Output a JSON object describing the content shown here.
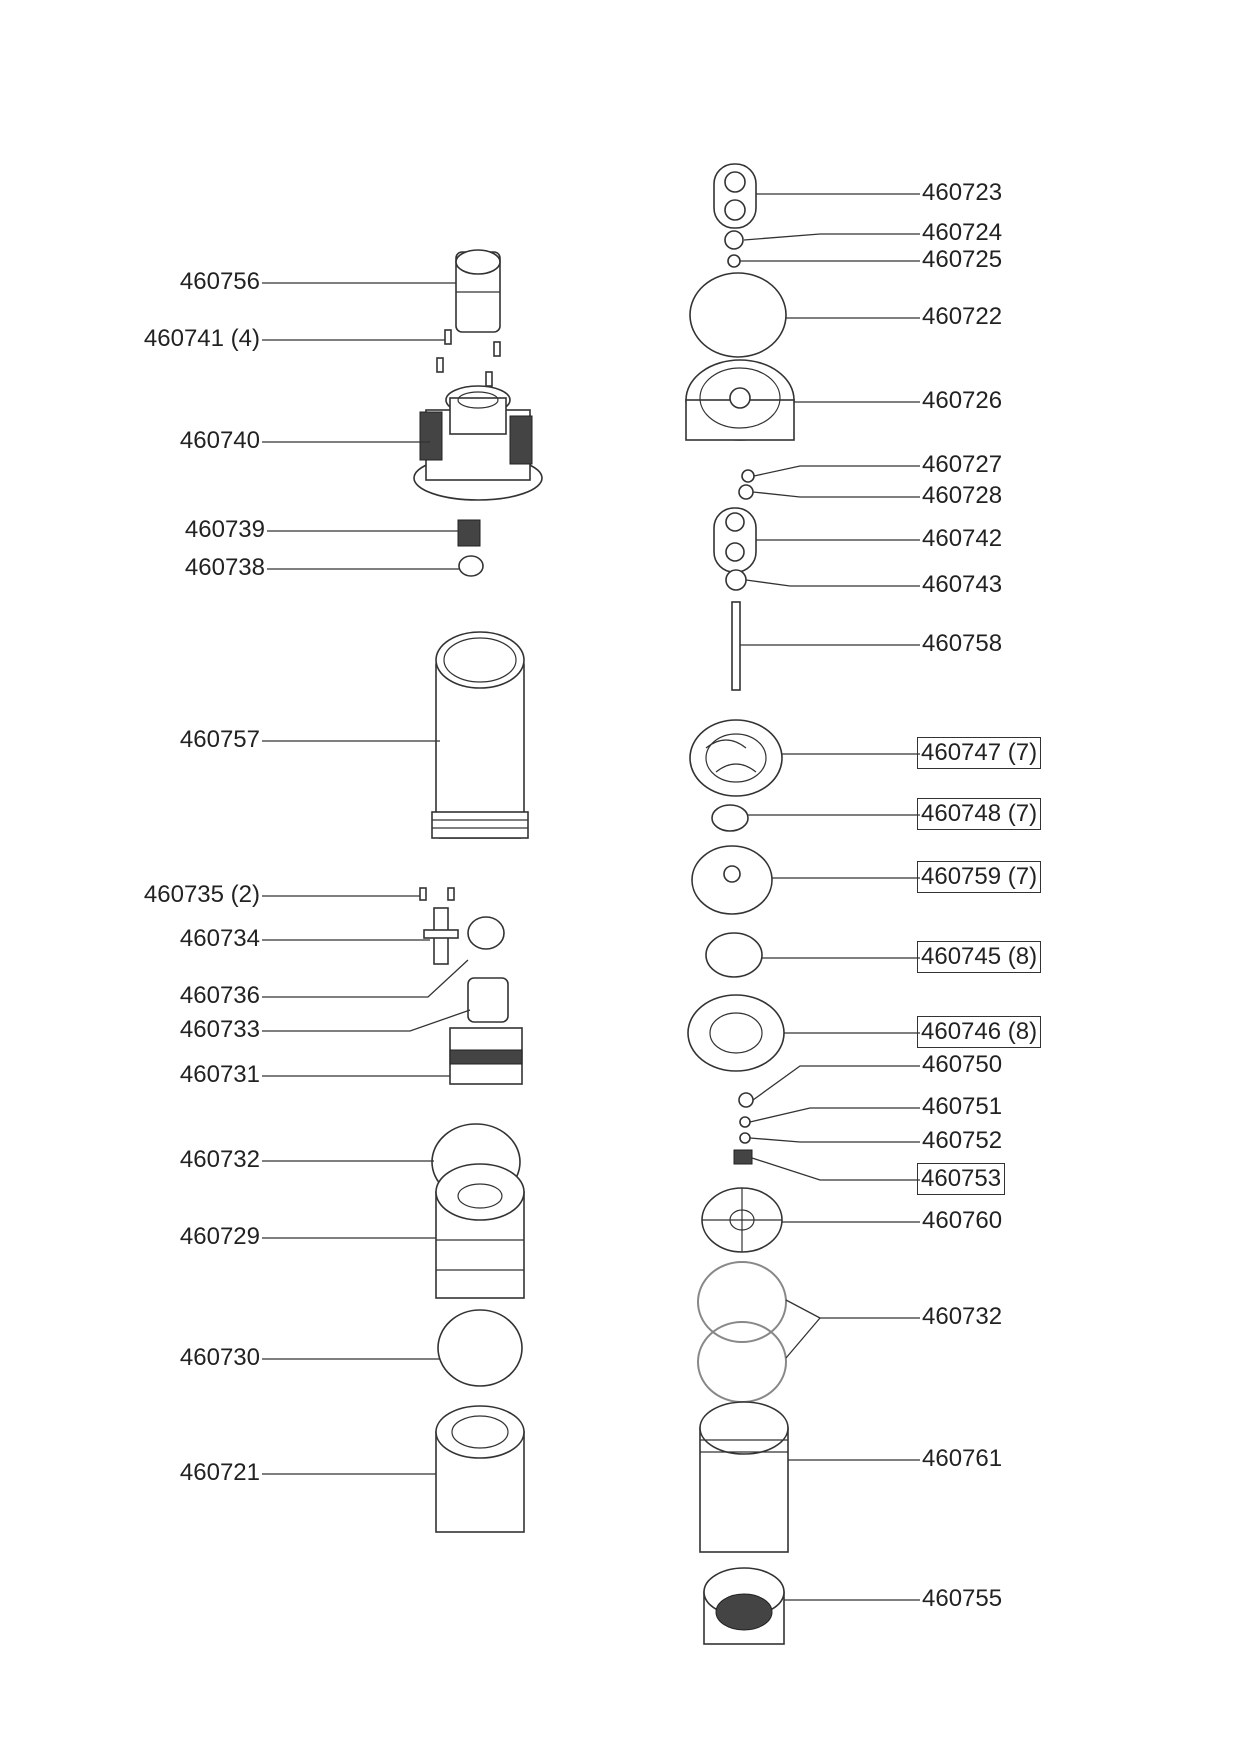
{
  "left_labels": [
    {
      "id": "l-460756",
      "text": "460756"
    },
    {
      "id": "l-460741",
      "text": "460741 (4)"
    },
    {
      "id": "l-460740",
      "text": "460740"
    },
    {
      "id": "l-460739",
      "text": "460739"
    },
    {
      "id": "l-460738",
      "text": "460738"
    },
    {
      "id": "l-460757",
      "text": "460757"
    },
    {
      "id": "l-460735",
      "text": "460735 (2)"
    },
    {
      "id": "l-460734",
      "text": "460734"
    },
    {
      "id": "l-460736",
      "text": "460736"
    },
    {
      "id": "l-460733",
      "text": "460733"
    },
    {
      "id": "l-460731",
      "text": "460731"
    },
    {
      "id": "l-460732a",
      "text": "460732"
    },
    {
      "id": "l-460729",
      "text": "460729"
    },
    {
      "id": "l-460730",
      "text": "460730"
    },
    {
      "id": "l-460721",
      "text": "460721"
    }
  ],
  "right_labels": [
    {
      "id": "r-460723",
      "text": "460723"
    },
    {
      "id": "r-460724",
      "text": "460724"
    },
    {
      "id": "r-460725",
      "text": "460725"
    },
    {
      "id": "r-460722",
      "text": "460722"
    },
    {
      "id": "r-460726",
      "text": "460726"
    },
    {
      "id": "r-460727",
      "text": "460727"
    },
    {
      "id": "r-460728",
      "text": "460728"
    },
    {
      "id": "r-460742",
      "text": "460742"
    },
    {
      "id": "r-460743",
      "text": "460743"
    },
    {
      "id": "r-460758",
      "text": "460758"
    },
    {
      "id": "r-460747",
      "text": "460747 (7)",
      "boxed": true
    },
    {
      "id": "r-460748",
      "text": "460748 (7)",
      "boxed": true
    },
    {
      "id": "r-460759",
      "text": "460759 (7)",
      "boxed": true
    },
    {
      "id": "r-460745",
      "text": "460745 (8)",
      "boxed": true
    },
    {
      "id": "r-460746",
      "text": "460746 (8)",
      "boxed": true
    },
    {
      "id": "r-460750",
      "text": "460750"
    },
    {
      "id": "r-460751",
      "text": "460751"
    },
    {
      "id": "r-460752",
      "text": "460752"
    },
    {
      "id": "r-460753",
      "text": "460753",
      "boxed": true
    },
    {
      "id": "r-460760",
      "text": "460760"
    },
    {
      "id": "r-460732b",
      "text": "460732"
    },
    {
      "id": "r-460761",
      "text": "460761"
    },
    {
      "id": "r-460755",
      "text": "460755"
    }
  ]
}
